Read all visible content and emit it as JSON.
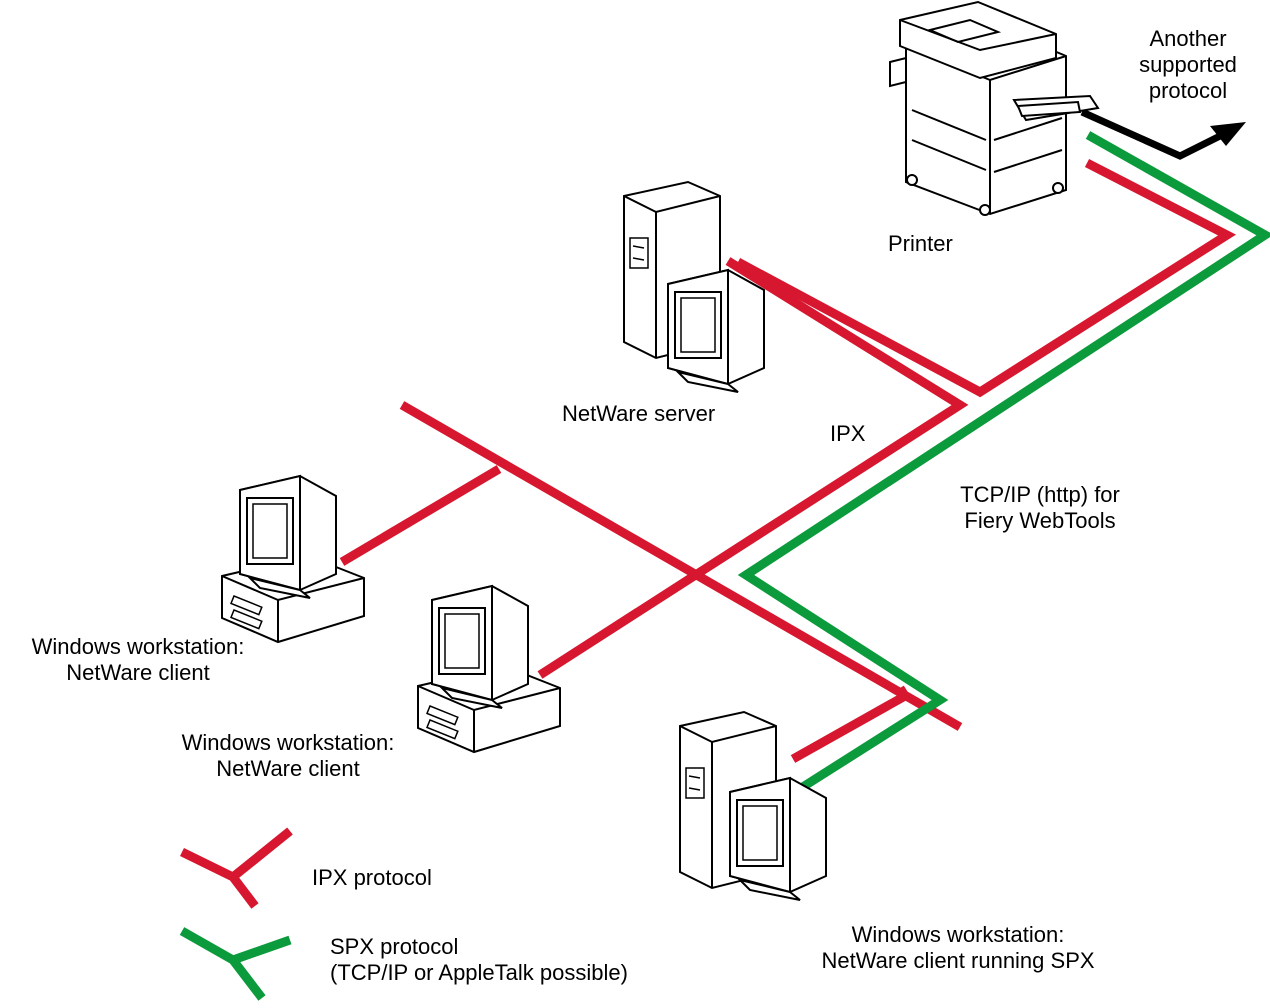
{
  "colors": {
    "ipx": "#d7172f",
    "spx": "#0b9a3c",
    "other": "#000000",
    "device_fill": "#ffffff",
    "device_stroke": "#000000"
  },
  "icons": {
    "printer": "printer-icon",
    "server": "server-tower-icon",
    "workstation": "workstation-icon",
    "arrow": "arrow-icon"
  },
  "labels": {
    "another_protocol": [
      "Another",
      "supported",
      "protocol"
    ],
    "printer": "Printer",
    "netware_server": "NetWare server",
    "ipx": "IPX",
    "tcpip": [
      "TCP/IP (http) for",
      "Fiery WebTools"
    ],
    "ws1": [
      "Windows workstation:",
      "NetWare client"
    ],
    "ws2": [
      "Windows workstation:",
      "NetWare client"
    ],
    "ws3": [
      "Windows workstation:",
      "NetWare client running SPX"
    ]
  },
  "legend": {
    "ipx": "IPX protocol",
    "spx": [
      "SPX protocol",
      "(TCP/IP or AppleTalk possible)"
    ]
  }
}
